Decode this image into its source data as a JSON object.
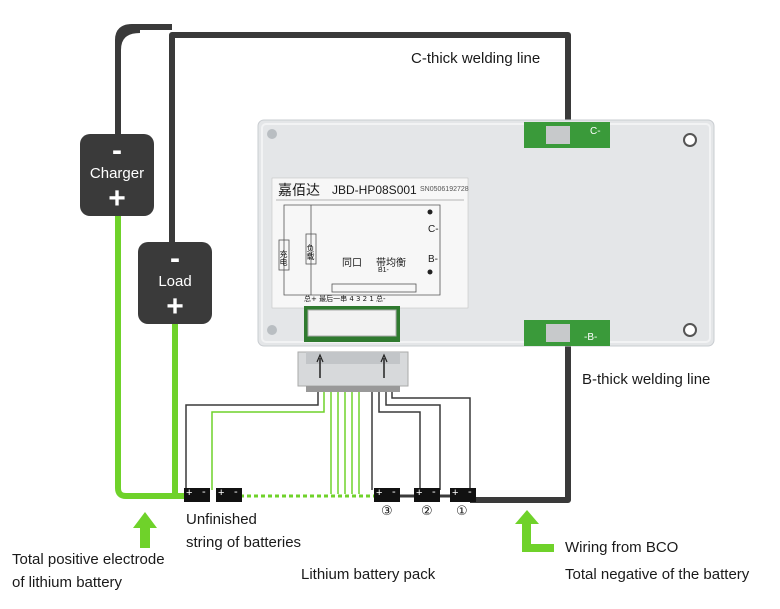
{
  "labels": {
    "c_thick": "C-thick welding line",
    "b_thick": "B-thick welding line",
    "unfinished_line1": "Unfinished",
    "unfinished_line2": "string of batteries",
    "total_pos_line1": "Total positive electrode",
    "total_pos_line2": "of lithium battery",
    "battery_pack": "Lithium battery pack",
    "wiring_bco": "Wiring from BCO",
    "total_neg": "Total negative of the battery"
  },
  "charger": {
    "minus": "-",
    "name": "Charger",
    "plus": "+"
  },
  "load": {
    "minus": "-",
    "name": "Load",
    "plus": "+"
  },
  "board": {
    "brand": "嘉佰达",
    "model": "JBD-HP08S001",
    "serial": "SN0506192728",
    "pad_c": "C-",
    "pad_b": "-B-",
    "lbl_c": "C-",
    "lbl_b": "B-",
    "port_sync": "同口",
    "port_balance": "带均衡",
    "lbl_b1": "B1-",
    "lbl_charge": "充电",
    "lbl_load": "负载",
    "pin_labels": "总+ 最后一串 4   3   2   1   总-"
  },
  "cells": {
    "numbers": [
      "③",
      "②",
      "①"
    ],
    "sign_plus": "+",
    "sign_minus": "-"
  },
  "colors": {
    "wire_black": "#3a3a3a",
    "wire_green": "#6fd22a",
    "box_fill": "#3a3a3a",
    "board_metal": "#e4e6e8",
    "arrow_green": "#6fd22a"
  }
}
